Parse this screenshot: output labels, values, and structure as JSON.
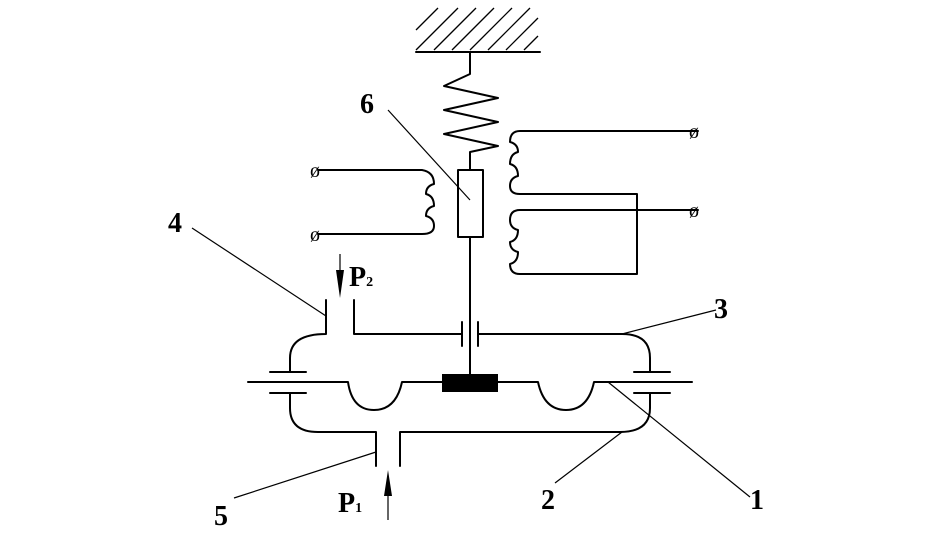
{
  "labels": {
    "l1": "1",
    "l2": "2",
    "l3": "3",
    "l4": "4",
    "l5": "5",
    "l6": "6"
  },
  "pressures": {
    "p1_main": "P",
    "p1_sub": "1",
    "p2_main": "P",
    "p2_sub": "2"
  },
  "terminal_symbol": "ø"
}
